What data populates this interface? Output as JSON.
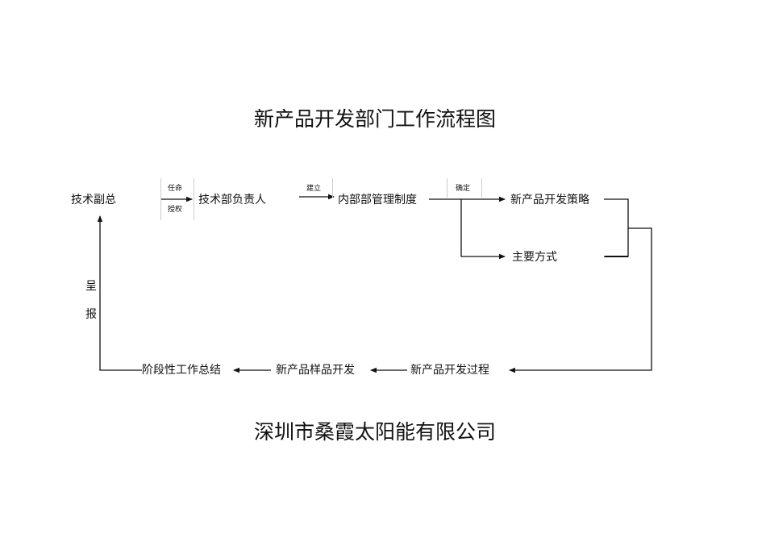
{
  "title": "新产品开发部门工作流程图",
  "company": "深圳市桑霞太阳能有限公司",
  "nodes": {
    "vp": "技术副总",
    "lead": "技术部负责人",
    "rules": "内部部管理制度",
    "strategy": "新产品开发策略",
    "methods": "主要方式",
    "process": "新产品开发过程",
    "sample": "新产品样品开发",
    "summary": "阶段性工作总结"
  },
  "labels": {
    "appoint": "任命",
    "authorize": "授权",
    "establish": "建立",
    "confirm": "确定",
    "report_1": "呈",
    "report_2": "报"
  }
}
